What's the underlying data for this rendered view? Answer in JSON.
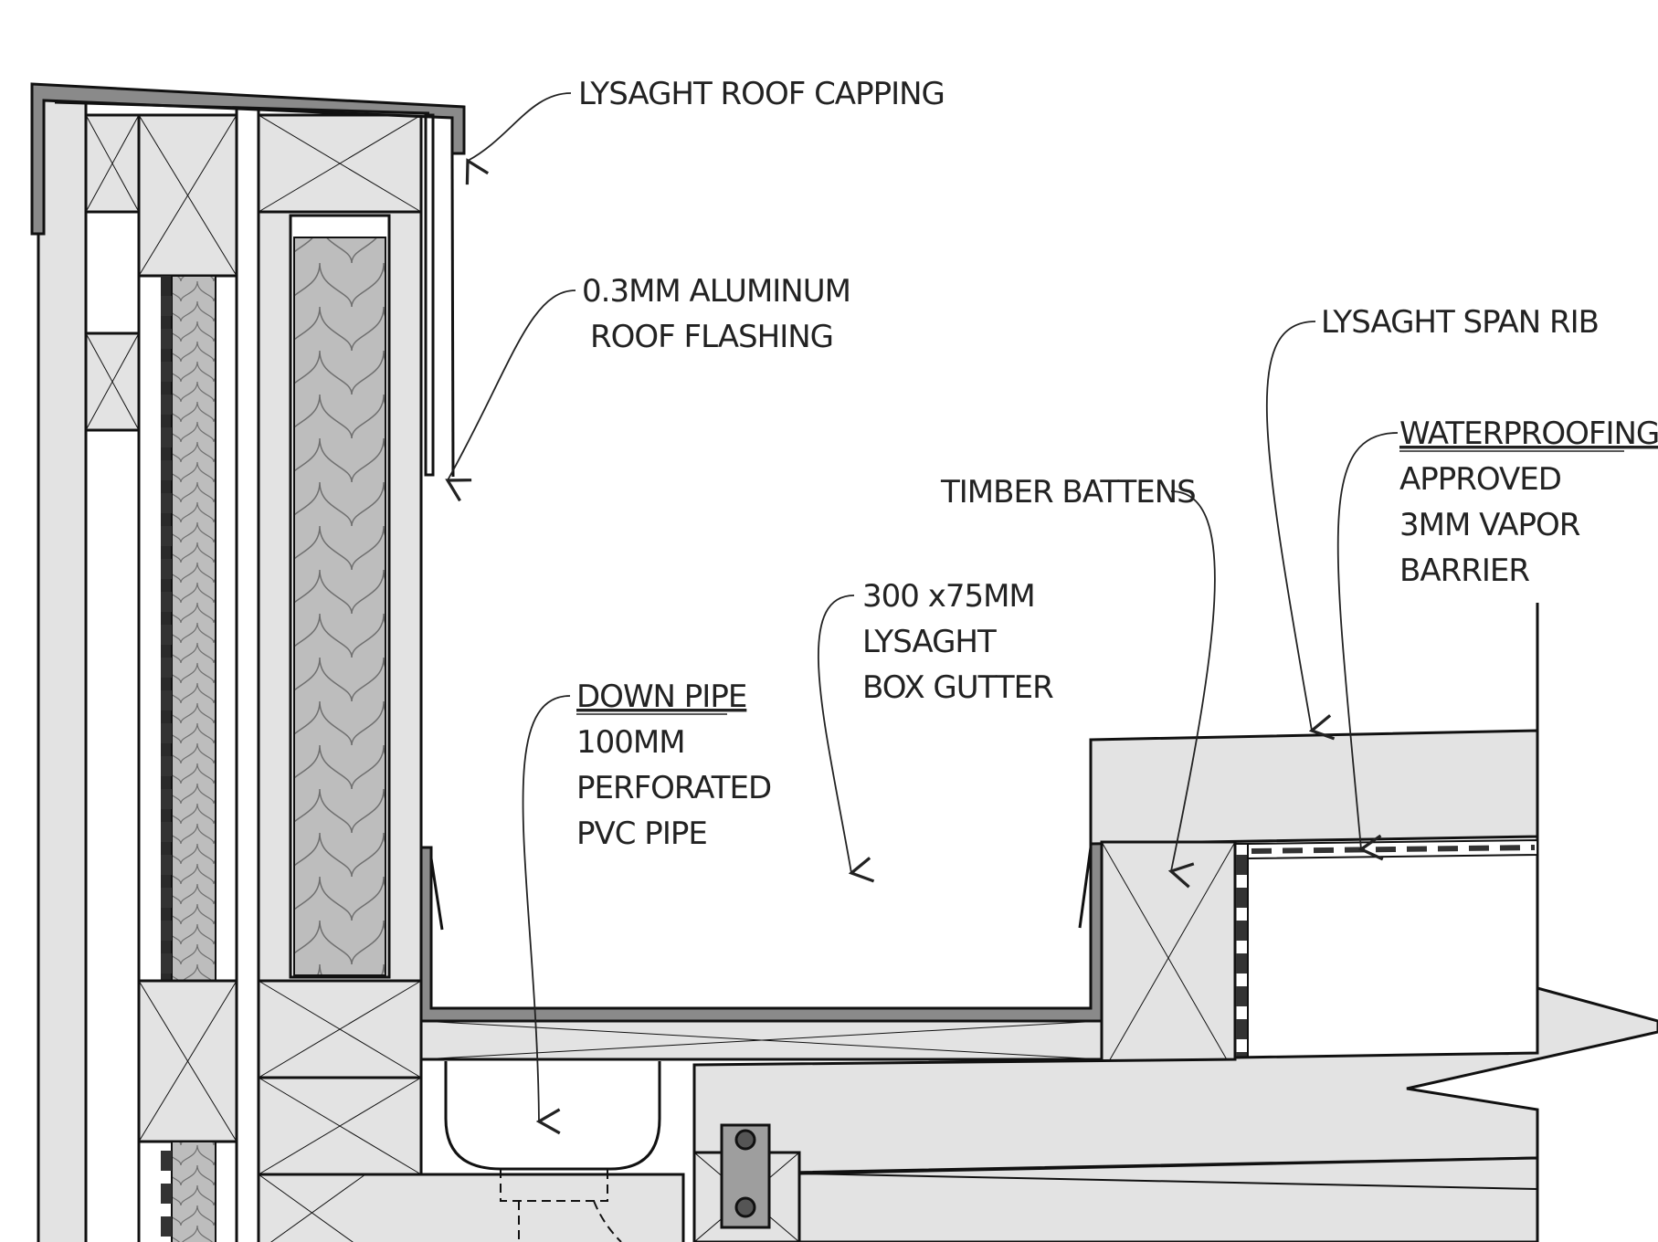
{
  "colors": {
    "line": "#111111",
    "fill_light": "#e3e3e3",
    "fill_mid": "#bdbdbd",
    "fill_dark": "#8a8a8a",
    "background": "#ffffff"
  },
  "labels": {
    "roof_capping": "LYSAGHT ROOF CAPPING",
    "flashing_line1": "0.3MM ALUMINUM",
    "flashing_line2": "ROOF FLASHING",
    "span_rib": "LYSAGHT SPAN RIB",
    "waterproofing_title": "WATERPROOFING",
    "waterproofing_line1": "APPROVED",
    "waterproofing_line2": "3MM VAPOR",
    "waterproofing_line3": "BARRIER",
    "timber_battens": "TIMBER BATTENS",
    "gutter_line1": "300 x75MM",
    "gutter_line2": "LYSAGHT",
    "gutter_line3": "BOX GUTTER",
    "downpipe_title": "DOWN PIPE",
    "downpipe_line1": "100MM",
    "downpipe_line2": "PERFORATED",
    "downpipe_line3": "PVC PIPE"
  }
}
